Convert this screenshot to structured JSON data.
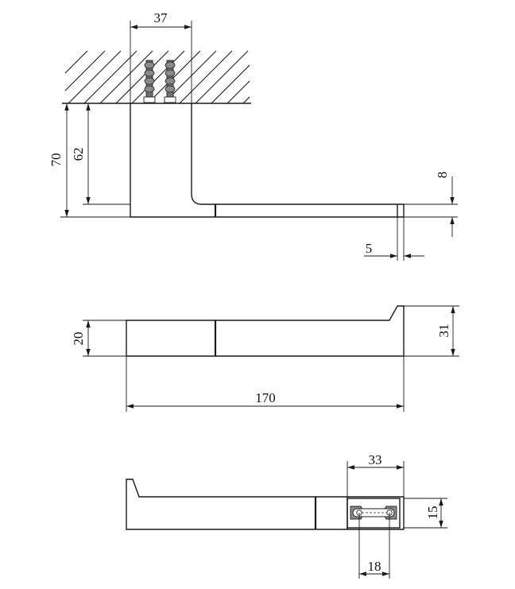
{
  "dimensions": {
    "top_width": "37",
    "height_70": "70",
    "height_62": "62",
    "thickness_8": "8",
    "tip_5": "5",
    "depth_20": "20",
    "depth_31": "31",
    "length_170": "170",
    "plate_33": "33",
    "plate_15": "15",
    "holes_18": "18"
  }
}
